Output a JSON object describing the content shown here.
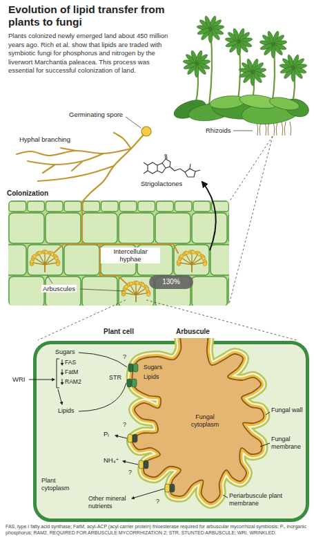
{
  "diagram": {
    "title": "Evolution of lipid transfer from plants to fungi",
    "caption": "FAS, type I fatty acid synthase; FatM, acyl-ACP (acyl carrier protein) thioesterase required for arbuscular mycorrhizal symbiosis; Pᵢ, inorganic phosphorus; RAM2, REQUIRED FOR ARBUSCULE MYCORRHIZATION 2; STR, STUNTED ARBUSCULE; WRI, WRINKLED.",
    "nodes": [
      {
        "text": [
          "Plant cell",
          "Plant cytoplasm"
        ]
      },
      {
        "text": [
          "Arbuscule",
          "Fungal cytoplasm"
        ],
        "in": 0
      }
    ],
    "labels": [
      "Plants colonized newly emerged land about 450 million years ago. Rich et al. show that lipids are traded with symbiotic fungi for phosphorus and nitrogen by the liverwort Marchantia paleacea. This process was essential for successful colonization of land.",
      "Germinating spore",
      "Hyphal branching",
      "Rhizoids",
      "Strigolactones",
      "Colonization",
      "Intercellular hyphae",
      "Arbuscules",
      "130%",
      "WRI",
      "FAS",
      "FatM",
      "RAM2",
      "Sugars",
      "Lipids",
      "?",
      "Sugars",
      "Lipids",
      "STR",
      "Pᵢ",
      "?",
      "NH₄⁺",
      "?",
      "Other mineral nutrients",
      "?",
      "Fungal wall",
      "Fungal membrane",
      "Periarbuscule plant membrane"
    ]
  }
}
